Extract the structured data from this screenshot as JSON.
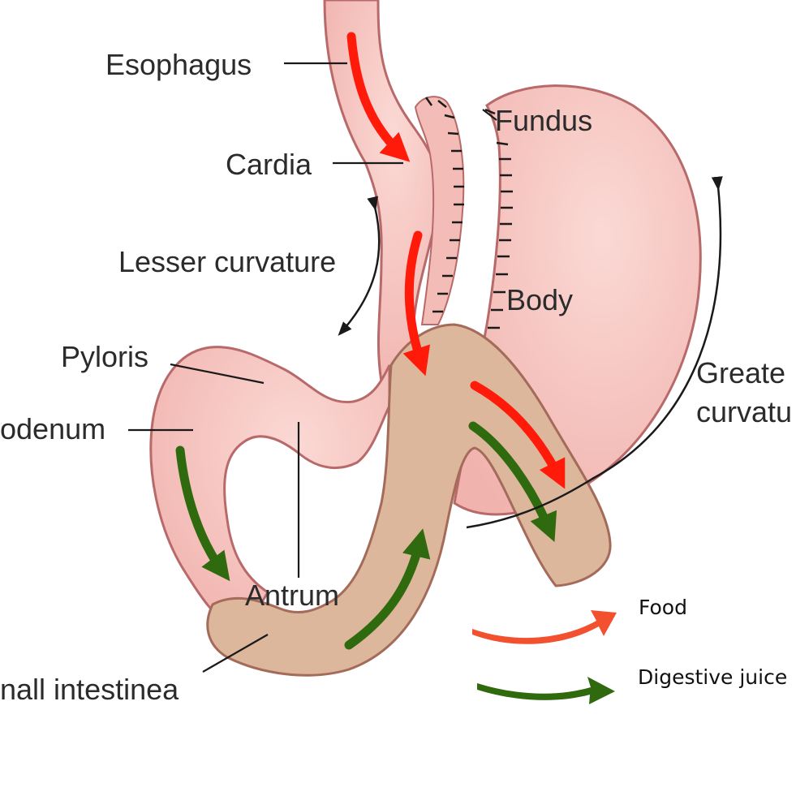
{
  "labels": {
    "esophagus": "Esophagus",
    "cardia": "Cardia",
    "fundus": "Fundus",
    "lesser_curvature": "Lesser curvature",
    "body": "Body",
    "pyloris": "Pyloris",
    "greater_curvature_line1": "Greate",
    "greater_curvature_line2": "curvatu",
    "duodenum": "odenum",
    "antrum": "Antrum",
    "small_intestine": "nall intestinea"
  },
  "legend": {
    "food": "Food",
    "digestive_juice": "Digestive juice"
  },
  "colors": {
    "stomach_pink": "#f6c3bf",
    "stomach_outline": "#b86a6a",
    "intestine_tan": "#dcb79c",
    "food_arrow": "#ff1a0a",
    "food_legend": "#f2502e",
    "juice_arrow": "#2f6a0e"
  }
}
